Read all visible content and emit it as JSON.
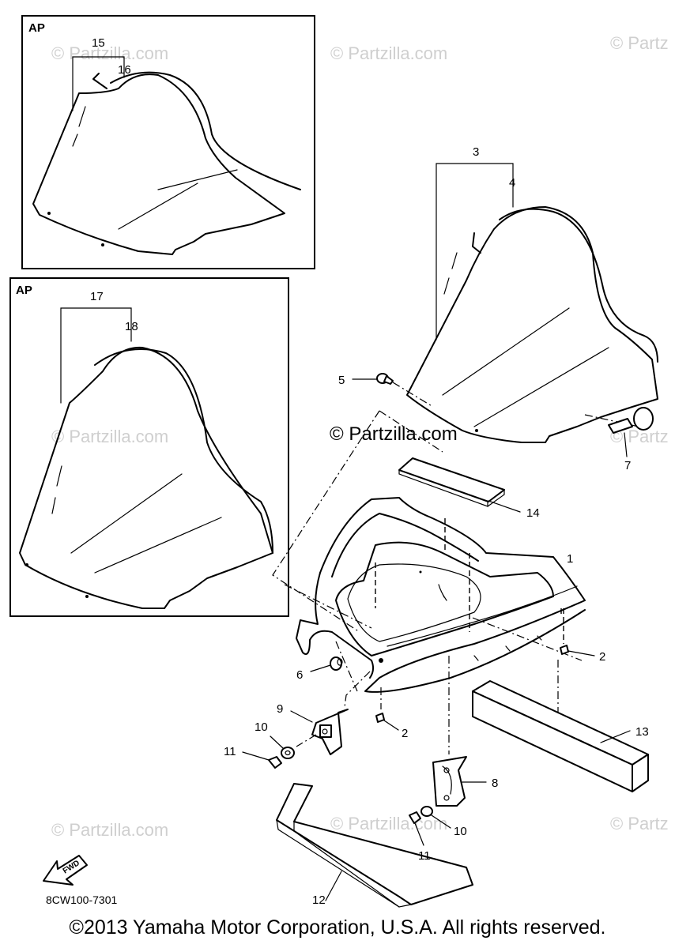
{
  "watermarks": {
    "tl": "© Partzilla.com",
    "tm": "© Partzilla.com",
    "tr": "© Partz",
    "ml": "© Partzilla.com",
    "main": "© Partzilla.com",
    "mr": "© Partz",
    "bl": "© Partzilla.com",
    "bm": "© Partzilla.com",
    "br": "© Partz"
  },
  "insets": [
    {
      "tag": "AP",
      "labels": [
        "15",
        "16"
      ]
    },
    {
      "tag": "AP",
      "labels": [
        "17",
        "18"
      ]
    }
  ],
  "callouts": {
    "c1": "1",
    "c2a": "2",
    "c2b": "2",
    "c3": "3",
    "c4": "4",
    "c5": "5",
    "c6": "6",
    "c7": "7",
    "c8": "8",
    "c9": "9",
    "c10a": "10",
    "c10b": "10",
    "c11a": "11",
    "c11b": "11",
    "c12": "12",
    "c13": "13",
    "c14": "14"
  },
  "fwd_label": "FWD",
  "diagram_code": "8CW100-7301",
  "copyright": "©2013 Yamaha Motor Corporation, U.S.A. All rights reserved."
}
